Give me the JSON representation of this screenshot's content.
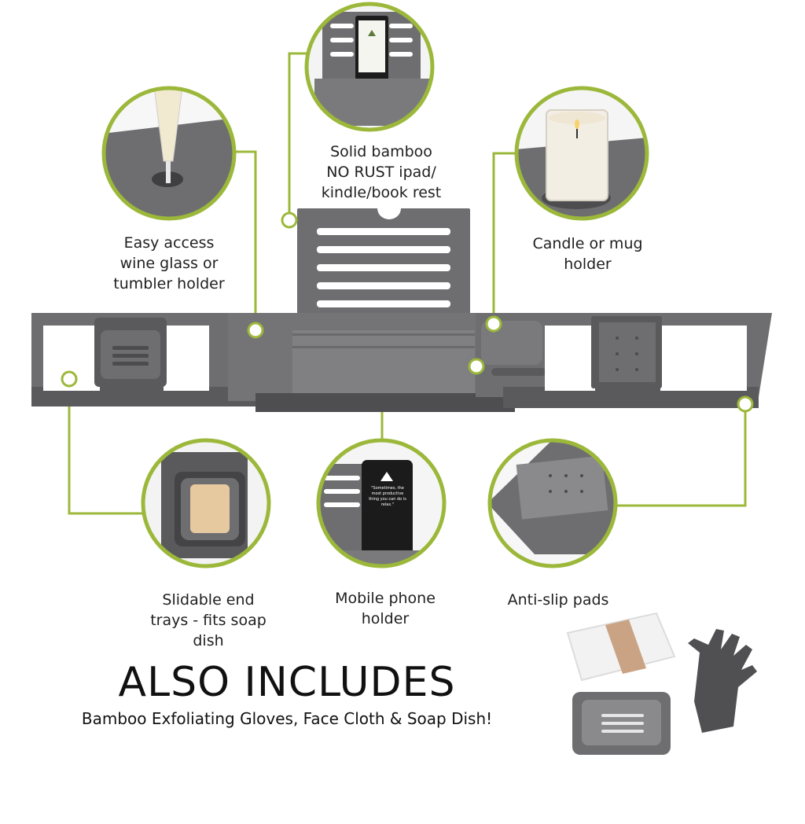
{
  "colors": {
    "accent": "#9cb83a",
    "tray": "#6e6e70",
    "tray_dark": "#525254",
    "tray_light": "#8a8a8c"
  },
  "features": [
    {
      "id": "book-rest",
      "label": "Solid bamboo\nNO RUST ipad/\nkindle/book rest"
    },
    {
      "id": "wine-holder",
      "label": "Easy access\nwine glass or\ntumbler holder"
    },
    {
      "id": "candle-holder",
      "label": "Candle or mug\nholder"
    },
    {
      "id": "end-trays",
      "label": "Slidable end\ntrays - fits soap\ndish"
    },
    {
      "id": "phone-holder",
      "label": "Mobile phone\nholder"
    },
    {
      "id": "anti-slip",
      "label": "Anti-slip pads"
    }
  ],
  "phone_screen_text": "\"Sometimes, the most productive thing you can do is relax.\"",
  "also_includes": {
    "headline": "ALSO INCLUDES",
    "subline": "Bamboo Exfoliating Gloves, Face Cloth & Soap Dish!"
  },
  "icons": [
    "wine-glass-icon",
    "candle-icon",
    "tablet-icon",
    "soap-icon",
    "phone-icon",
    "glove-icon",
    "towel-icon",
    "soap-dish-icon"
  ]
}
